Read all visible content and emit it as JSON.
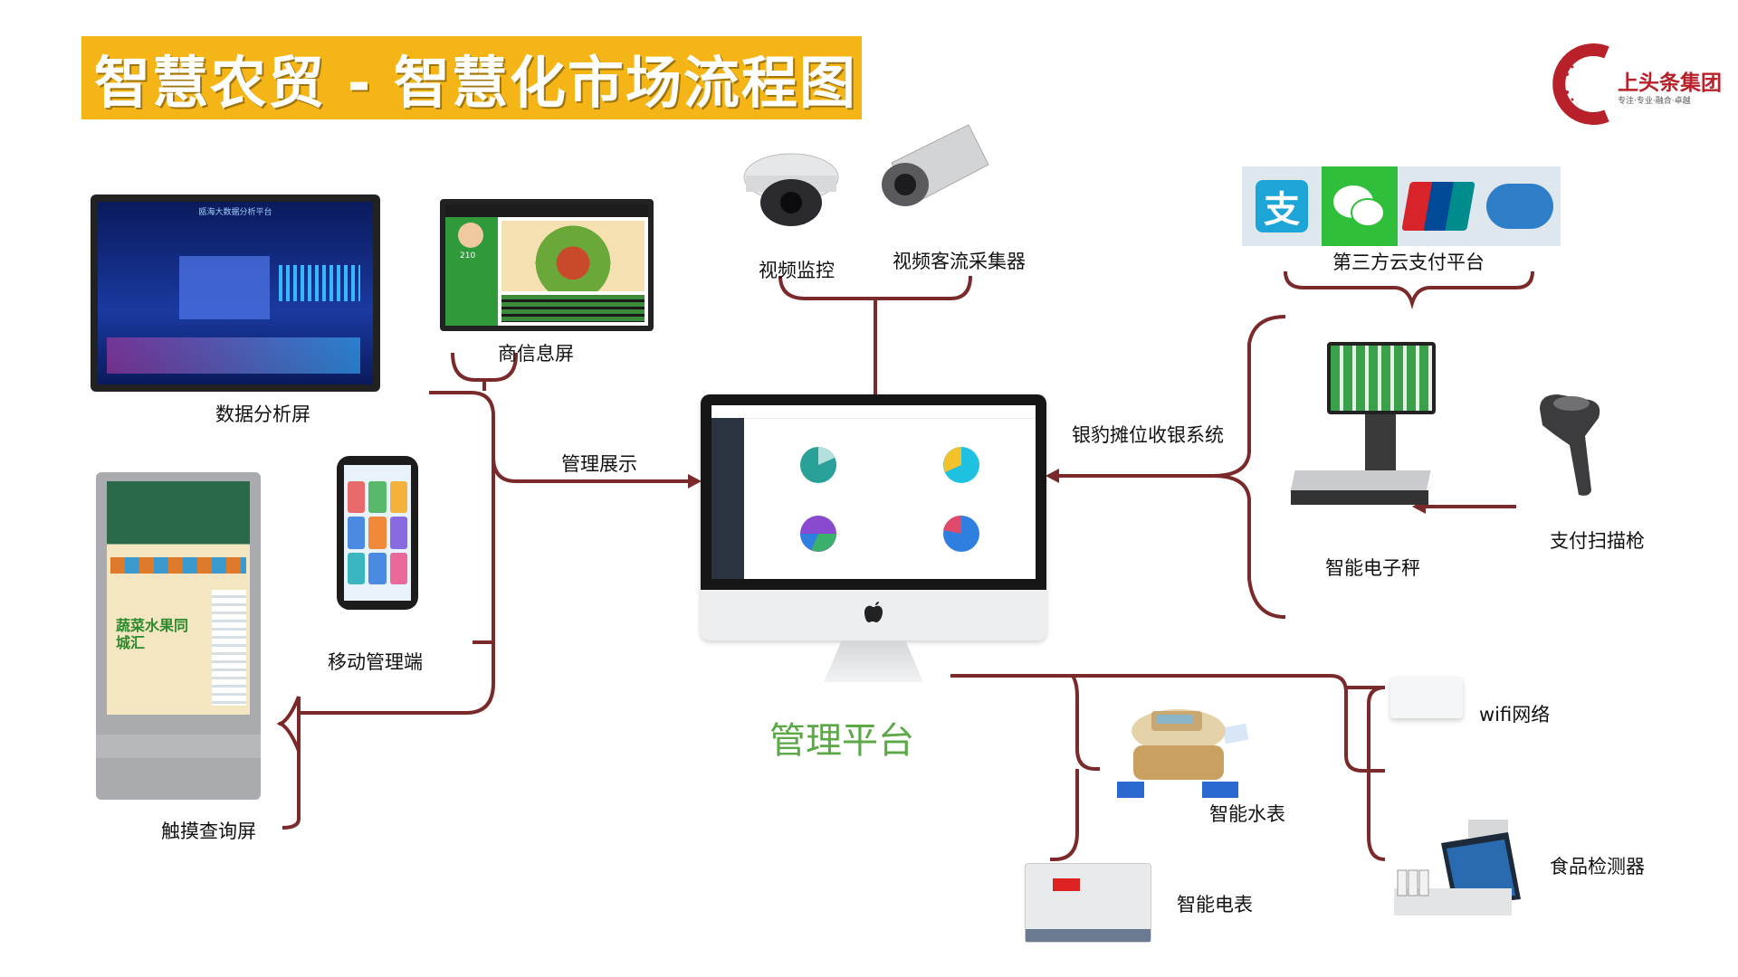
{
  "title": "智慧农贸 - 智慧化市场流程图",
  "brand": {
    "name": "上头条集团",
    "slogan": "专注·专业·融合·卓越",
    "color": "#b8202a"
  },
  "colors": {
    "title_bg": "#f5b516",
    "connector": "#7a2a2a",
    "platform_text": "#5aa846"
  },
  "center": {
    "label": "管理平台"
  },
  "nodes": {
    "data_screen": "数据分析屏",
    "merchant_screen": "商信息屏",
    "mobile": "移动管理端",
    "touch_screen": "触摸查询屏",
    "video_monitor": "视频监控",
    "video_flow": "视频客流采集器",
    "payment_platform": "第三方云支付平台",
    "scale": "智能电子秤",
    "scanner": "支付扫描枪",
    "wifi": "wifi网络",
    "water_meter": "智能水表",
    "electric_meter": "智能电表",
    "food_detector": "食品检测器"
  },
  "edges": {
    "management_display": "管理展示",
    "cashier_system": "银豹摊位收银系统"
  },
  "payment_icons": [
    "alipay-icon",
    "wechat-icon",
    "unionpay-icon",
    "quickpass-icon"
  ],
  "screens": {
    "data_screen_title": "瓯海大数据分析平台",
    "touch_promo": "蔬菜水果同城汇",
    "merchant_count": "210"
  }
}
